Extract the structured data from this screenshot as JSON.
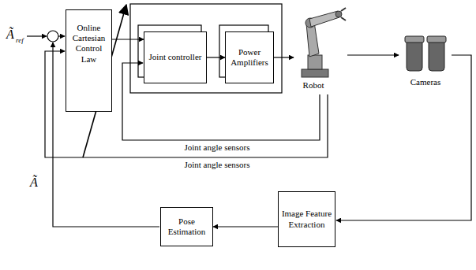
{
  "diagram": {
    "nodes": [
      {
        "text": [
          "Online Cartesian Control Law"
        ]
      },
      {
        "text": [
          "Joint controller"
        ]
      },
      {
        "text": [
          "Power Amplifiers"
        ]
      },
      {
        "text": [
          "Pose Estimation"
        ]
      },
      {
        "text": [
          "Image Feature Extraction"
        ]
      }
    ],
    "edges": [
      {
        "from": 0,
        "to": 1,
        "arrow": "to"
      },
      {
        "from": 1,
        "to": 2,
        "arrow": "to"
      },
      {
        "from": 4,
        "to": 3,
        "arrow": "to"
      }
    ],
    "labels": [
      "Ã",
      "ref",
      "Robot",
      "Cameras",
      "Joint angle sensors",
      "Joint angle sensors",
      "Ã"
    ]
  }
}
